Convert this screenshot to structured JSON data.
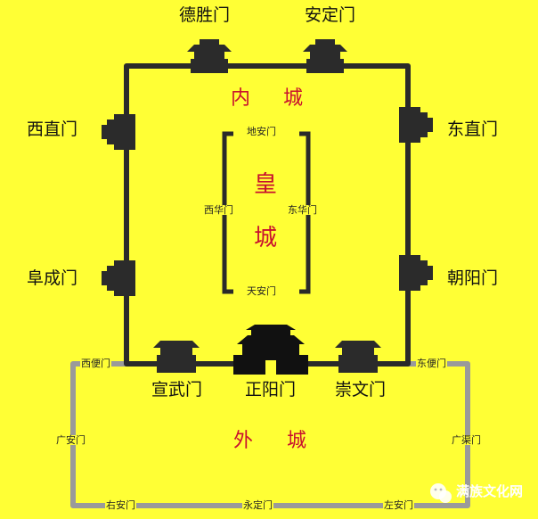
{
  "colors": {
    "background": "#ffff35",
    "wall": "#2a2a2a",
    "outer_wall": "#9a9a9a",
    "title": "#c8102e"
  },
  "areas": {
    "inner_city": [
      "内",
      "城"
    ],
    "imperial_city": [
      "皇",
      "城"
    ],
    "outer_city": [
      "外",
      "城"
    ]
  },
  "inner_city_gates": {
    "desheng": "德胜门",
    "anding": "安定门",
    "xizhi": "西直门",
    "dongzhi": "东直门",
    "fucheng": "阜成门",
    "chaoyang": "朝阳门",
    "xuanwu": "宣武门",
    "zhengyang": "正阳门",
    "chongwen": "崇文门"
  },
  "imperial_city_gates": {
    "dian": "地安门",
    "xihua": "西华门",
    "donghua": "东华门",
    "tianan": "天安门"
  },
  "outer_city_gates": {
    "xibian": "西便门",
    "dongbian": "东便门",
    "guangan": "广安门",
    "guangqu": "广渠门",
    "youan": "右安门",
    "yongding": "永定门",
    "zuoan": "左安门"
  },
  "watermark": {
    "icon": "wechat-icon",
    "text": "满族文化网"
  }
}
